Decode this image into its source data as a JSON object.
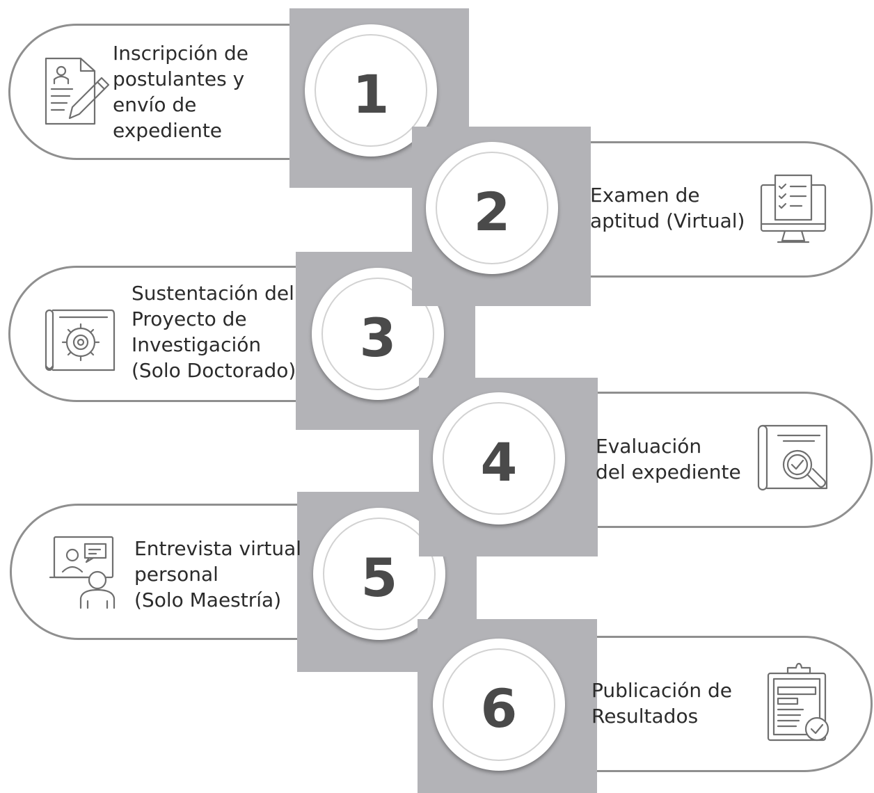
{
  "steps": [
    {
      "number": "1",
      "lines": [
        "Inscripción de",
        "postulantes y",
        "envío de",
        "expediente"
      ],
      "icon": "document-pen-icon"
    },
    {
      "number": "2",
      "lines": [
        "Examen de",
        "aptitud (Virtual)"
      ],
      "icon": "monitor-checklist-icon"
    },
    {
      "number": "3",
      "lines": [
        "Sustentación del",
        "Proyecto de",
        "Investigación",
        "(Solo Doctorado)"
      ],
      "icon": "blueprint-gear-icon"
    },
    {
      "number": "4",
      "lines": [
        "Evaluación",
        "del expediente"
      ],
      "icon": "scroll-magnifier-icon"
    },
    {
      "number": "5",
      "lines": [
        "Entrevista virtual",
        "personal",
        "(Solo Maestría)"
      ],
      "icon": "video-interview-icon"
    },
    {
      "number": "6",
      "lines": [
        "Publicación de",
        "Resultados"
      ],
      "icon": "clipboard-check-icon"
    }
  ]
}
